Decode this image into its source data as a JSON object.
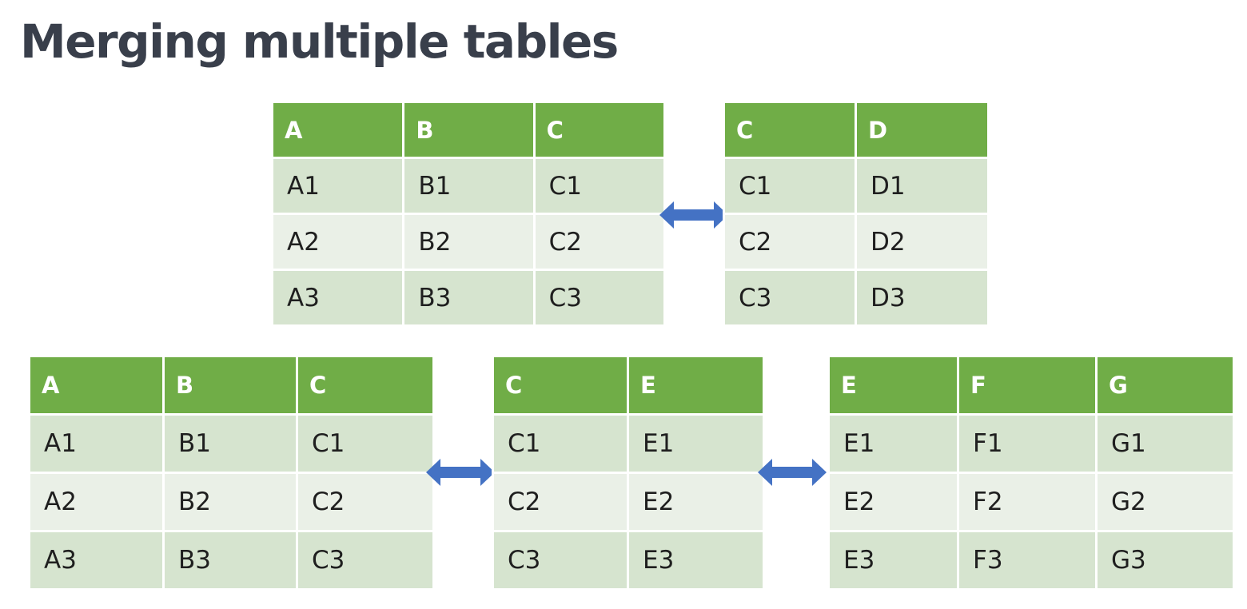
{
  "title": "Merging multiple tables",
  "colors": {
    "title": "#393f4b",
    "header_bg": "#70ad47",
    "header_text": "#ffffff",
    "row_dark": "#d6e4cf",
    "row_light": "#eaf0e7",
    "arrow": "#4472c4"
  },
  "diagrams": [
    {
      "tables": [
        {
          "headers": [
            "A",
            "B",
            "C"
          ],
          "rows": [
            [
              "A1",
              "B1",
              "C1"
            ],
            [
              "A2",
              "B2",
              "C2"
            ],
            [
              "A3",
              "B3",
              "C3"
            ]
          ]
        },
        {
          "headers": [
            "C",
            "D"
          ],
          "rows": [
            [
              "C1",
              "D1"
            ],
            [
              "C2",
              "D2"
            ],
            [
              "C3",
              "D3"
            ]
          ]
        }
      ],
      "connectors": [
        "double-arrow-icon"
      ]
    },
    {
      "tables": [
        {
          "headers": [
            "A",
            "B",
            "C"
          ],
          "rows": [
            [
              "A1",
              "B1",
              "C1"
            ],
            [
              "A2",
              "B2",
              "C2"
            ],
            [
              "A3",
              "B3",
              "C3"
            ]
          ]
        },
        {
          "headers": [
            "C",
            "E"
          ],
          "rows": [
            [
              "C1",
              "E1"
            ],
            [
              "C2",
              "E2"
            ],
            [
              "C3",
              "E3"
            ]
          ]
        },
        {
          "headers": [
            "E",
            "F",
            "G"
          ],
          "rows": [
            [
              "E1",
              "F1",
              "G1"
            ],
            [
              "E2",
              "F2",
              "G2"
            ],
            [
              "E3",
              "F3",
              "G3"
            ]
          ]
        }
      ],
      "connectors": [
        "double-arrow-icon",
        "double-arrow-icon"
      ]
    }
  ]
}
